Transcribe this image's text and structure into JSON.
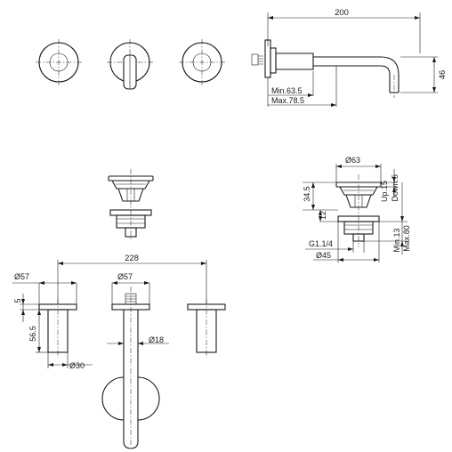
{
  "top_view": {
    "spout_length": "200",
    "spout_height": "46",
    "wall_min": "Min.63.5",
    "wall_max": "Max.78.5"
  },
  "waste": {
    "diameter_top": "Ø63",
    "up": "Up.15",
    "down": "Down.5",
    "body_height": "34.5",
    "flange_height": "12",
    "thread": "G1.1/4",
    "diameter_bottom": "Ø45",
    "min_len": "Min.13",
    "max_len": "Max.80"
  },
  "front_view": {
    "centers": "228",
    "handle_diameter": "Ø57",
    "spout_rosette_diameter": "Ø57",
    "rosette_depth": "5",
    "handle_length": "56.5",
    "handle_body_diameter": "Ø30",
    "spout_diameter": "Ø18"
  }
}
